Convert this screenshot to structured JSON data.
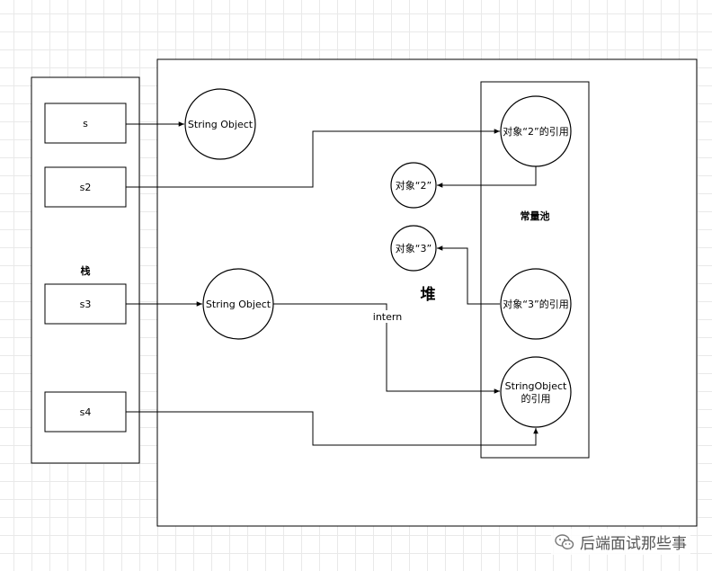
{
  "stack": {
    "title": "栈",
    "refs": [
      "s",
      "s2",
      "s3",
      "s4"
    ]
  },
  "heap": {
    "title": "堆",
    "objects": {
      "s_target": "String Object",
      "s3_target": "String Object",
      "obj2": "对象“2”",
      "obj3": "对象“3”"
    }
  },
  "pool": {
    "title": "常量池",
    "refs": {
      "ref2": "对象“2”的引用",
      "ref3": "对象“3”的引用",
      "refStringObject_line1": "StringObject",
      "refStringObject_line2": "的引用"
    }
  },
  "edges": {
    "intern_label": "intern"
  },
  "watermark": {
    "text": "后端面试那些事",
    "icon": "wechat-icon"
  }
}
